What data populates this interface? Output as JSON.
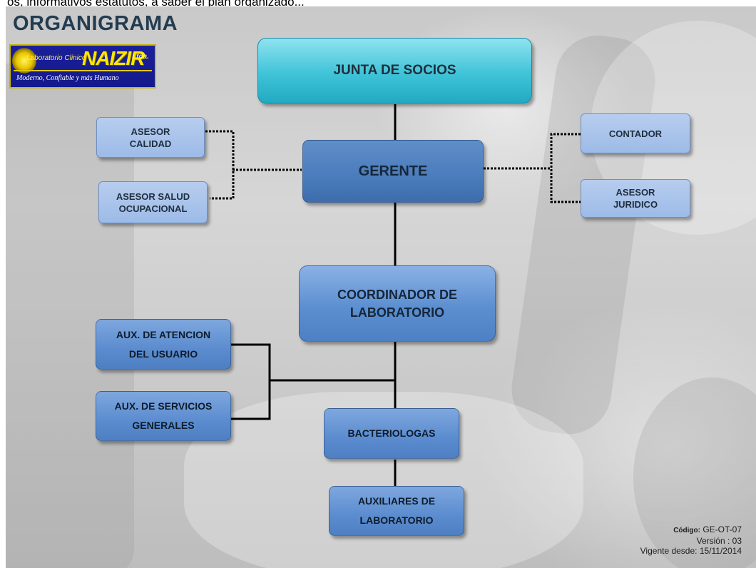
{
  "top_fragment": "os, informativos estatutos, a saber el plan organizado...",
  "slide": {
    "title": "ORGANIGRAMA"
  },
  "logo": {
    "small": "Laboratorio Clinico",
    "brand": "NAIZIR",
    "ltda": "Ltda.",
    "tagline": "Moderno, Confiable y más Humano"
  },
  "nodes": {
    "junta": "JUNTA DE SOCIOS",
    "gerente": "GERENTE",
    "asesor_calidad": "ASESOR\nCALIDAD",
    "asesor_salud": "ASESOR SALUD\nOCUPACIONAL",
    "contador": "CONTADOR",
    "asesor_juridico": "ASESOR\nJURIDICO",
    "coordinador": "COORDINADOR DE\nLABORATORIO",
    "aux_atencion": "AUX. DE ATENCION\nDEL USUARIO",
    "aux_servicios": "AUX. DE SERVICIOS\nGENERALES",
    "bacteriologas": "BACTERIOLOGAS",
    "auxiliares_lab": "AUXILIARES DE\nLABORATORIO"
  },
  "footer": {
    "code_label": "Código:",
    "code_value": "GE-OT-07",
    "version": "Versión : 03",
    "vigente": "Vigente desde: 15/11/2014"
  },
  "colors": {
    "top_node": "#3fc3d8",
    "primary_node": "#4a7bbb",
    "light_node": "#9dbbe8",
    "title": "#233c50",
    "connector": "#000000"
  }
}
